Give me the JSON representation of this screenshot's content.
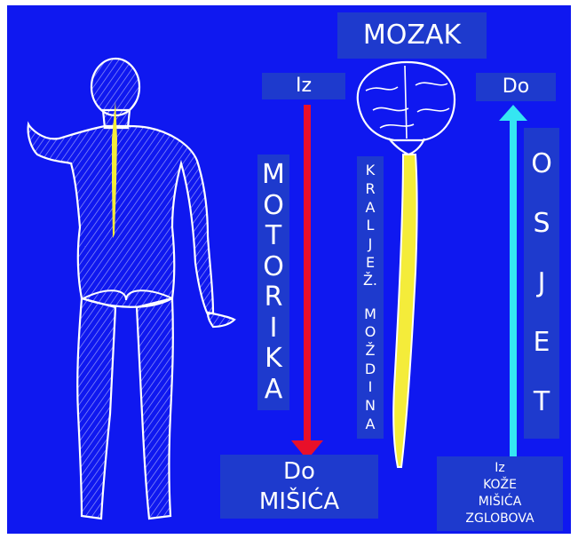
{
  "labels": {
    "mozak": "MOZAK",
    "iz_top": "Iz",
    "do_top": "Do",
    "do_bottom": "Do",
    "misica_bottom": "MIŠIĆA",
    "iz_bottom": "Iz",
    "koze": "KOŽE",
    "misica_right": "MIŠIĆA",
    "zglobova": "ZGLOBOVA"
  },
  "vertical": {
    "motorika": [
      "M",
      "O",
      "T",
      "O",
      "R",
      "I",
      "K",
      "A"
    ],
    "osjet": [
      "O",
      "S",
      "J",
      "E",
      "T"
    ],
    "kraljez": [
      "K",
      "R",
      "A",
      "L",
      "J",
      "E",
      "Ž.",
      "M",
      "O",
      "Ž",
      "D",
      "I",
      "N",
      "A"
    ]
  },
  "colors": {
    "background": "#0f18f0",
    "label_box": "#1e3acd",
    "motor_arrow": "#e8102a",
    "sensory_arrow": "#35e6f2",
    "spinal_cord": "#f4ec3a"
  },
  "icons": {
    "human_figure": "human-back-figure-icon",
    "brain": "brain-icon"
  }
}
